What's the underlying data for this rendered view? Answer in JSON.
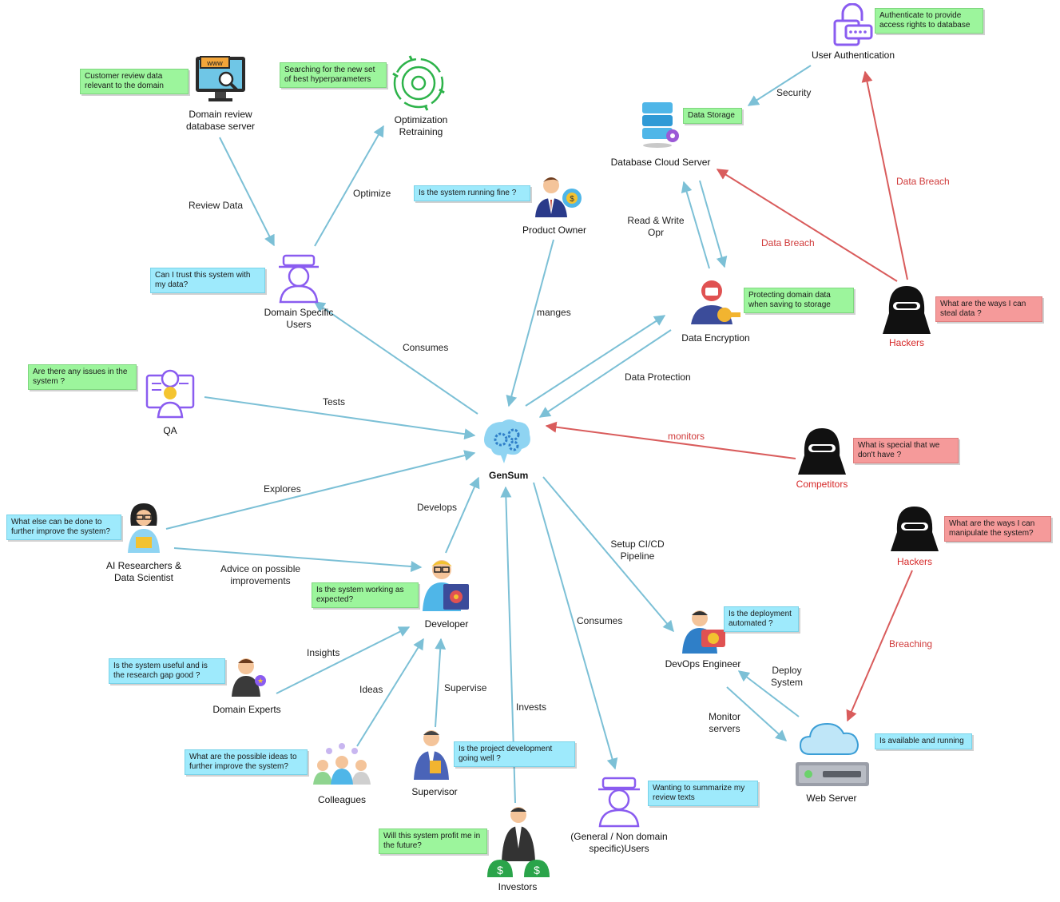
{
  "colors": {
    "edge": "#7cc0d6",
    "threat_edge": "#d95c5c",
    "threat_text": "#d62828",
    "note_green": "#9cf59c",
    "note_blue": "#9eeafc",
    "note_red": "#f59a9a"
  },
  "center": {
    "label": "GenSum",
    "icon": "brain-gears-icon"
  },
  "nodes": {
    "domain_db": "Domain review\ndatabase server",
    "optimization": "Optimization\nRetraining",
    "product_owner": "Product Owner",
    "db_cloud": "Database Cloud Server",
    "user_auth": "User Authentication",
    "domain_users": "Domain Specific\nUsers",
    "data_encryption": "Data Encryption",
    "hackers_top": "Hackers",
    "qa": "QA",
    "competitors": "Competitors",
    "ai_researchers": "AI Researchers &\nData Scientist",
    "developer": "Developer",
    "hackers_bottom": "Hackers",
    "devops": "DevOps Engineer",
    "domain_experts": "Domain Experts",
    "colleagues": "Colleagues",
    "supervisor": "Supervisor",
    "general_users": "(General / Non domain\nspecific)Users",
    "web_server": "Web Server",
    "investors": "Investors"
  },
  "edges": {
    "review_data": "Review Data",
    "optimize": "Optimize",
    "security": "Security",
    "read_write": "Read & Write\nOpr",
    "data_breach_1": "Data Breach",
    "data_breach_2": "Data Breach",
    "manges": "manges",
    "consumes_1": "Consumes",
    "data_protection": "Data Protection",
    "tests": "Tests",
    "monitors": "monitors",
    "explores": "Explores",
    "develops": "Develops",
    "advice": "Advice on possible\nimprovements",
    "setup_cicd": "Setup CI/CD\nPipeline",
    "consumes_2": "Consumes",
    "insights": "Insights",
    "ideas": "Ideas",
    "supervise": "Supervise",
    "invests": "Invests",
    "deploy_system": "Deploy\nSystem",
    "monitor_servers": "Monitor\nservers",
    "breaching": "Breaching"
  },
  "notes": {
    "domain_db": "Customer review data relevant to the domain",
    "optimization": "Searching for the new set of best hyperparameters",
    "user_auth": "Authenticate to provide access rights to database",
    "db_cloud": "Data Storage",
    "product_owner": "Is the system running fine ?",
    "domain_users": "Can I trust this system with my data?",
    "data_encryption": "Protecting domain data when saving to storage",
    "hackers_top": "What are the ways I can steal data ?",
    "qa": "Are there any issues in the system ?",
    "competitors": "What is special that we don't have ?",
    "ai_researchers": "What else can be done to further improve the system?",
    "hackers_bottom": "What are the ways I can manipulate the system?",
    "developer": "Is the system working as expected?",
    "devops": "Is the deployment automated ?",
    "domain_experts": "Is the system useful and is the research gap good ?",
    "colleagues": "What are the possible ideas to further improve the system?",
    "supervisor": "Is the project development going well ?",
    "general_users": "Wanting to summarize my review texts",
    "web_server": "Is available and running",
    "investors": "Will this system profit me in the future?"
  }
}
